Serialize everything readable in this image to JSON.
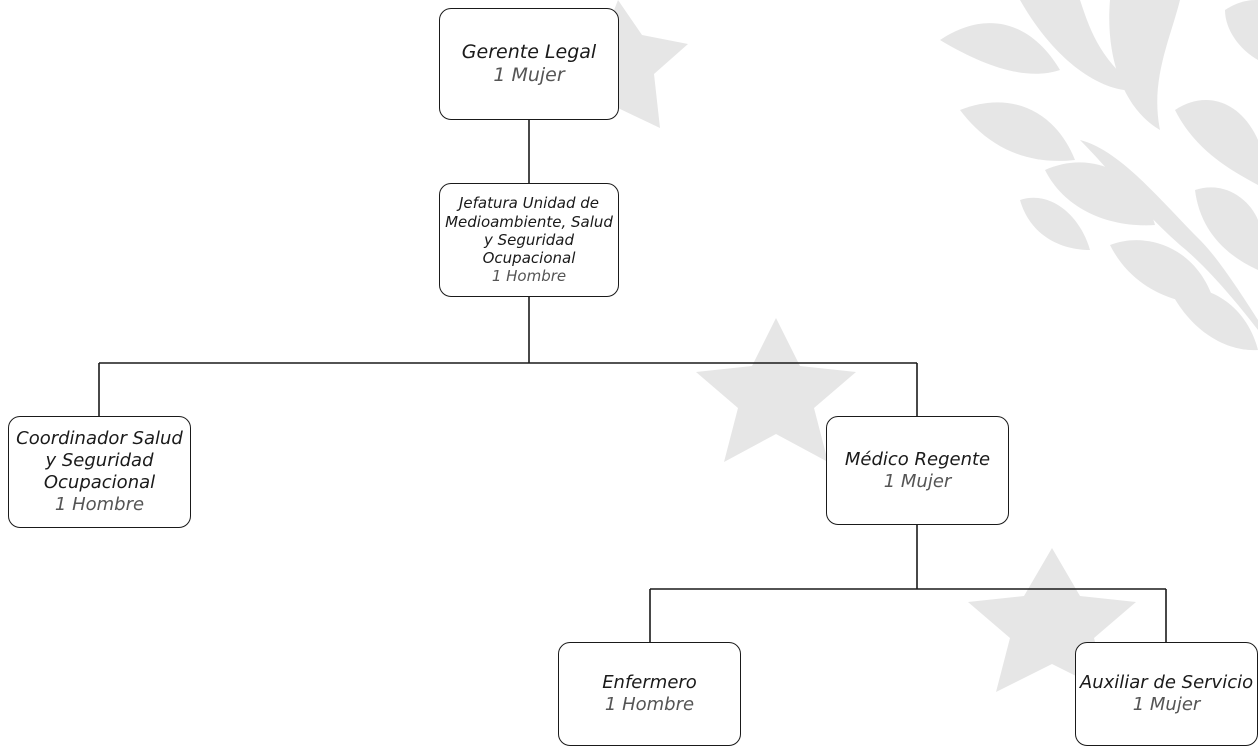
{
  "colors": {
    "line": "#1a1a1a",
    "watermark": "#e6e6e6",
    "count_text": "#555555"
  },
  "watermark": {
    "stars": 3,
    "emblem": "laurel-branch"
  },
  "nodes": {
    "gerente": {
      "role": "Gerente Legal",
      "count": "1 Mujer"
    },
    "jefatura": {
      "role": "Jefatura Unidad de Medioambiente, Salud y Seguridad Ocupacional",
      "count": "1 Hombre"
    },
    "coordinador": {
      "role": "Coordinador Salud y Seguridad Ocupacional",
      "count": "1 Hombre"
    },
    "medico": {
      "role": "Médico Regente",
      "count": "1 Mujer"
    },
    "enfermero": {
      "role": "Enfermero",
      "count": "1 Hombre"
    },
    "auxiliar": {
      "role": "Auxiliar de Servicio",
      "count": "1 Mujer"
    }
  }
}
